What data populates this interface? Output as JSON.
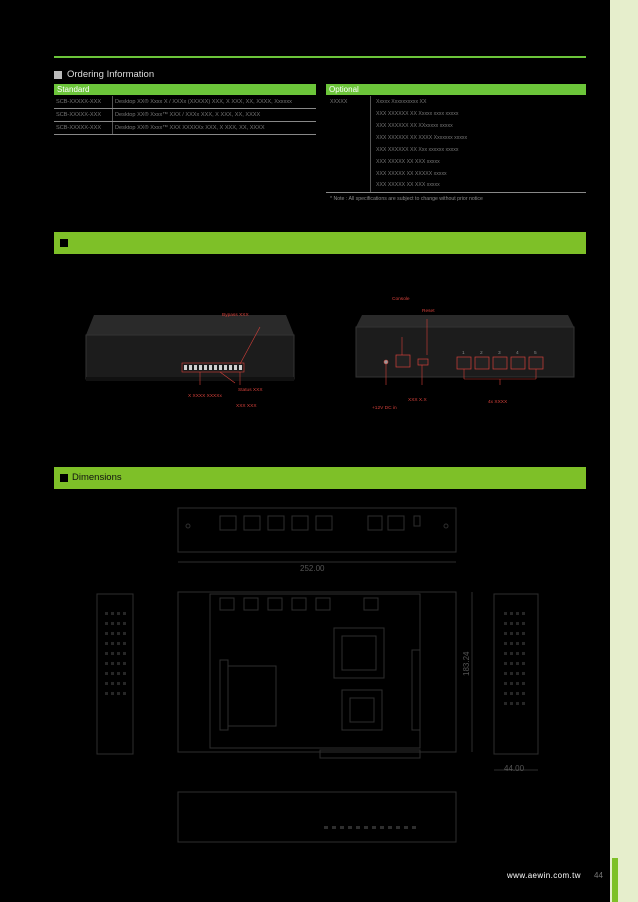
{
  "ordering": {
    "title": "Ordering Information",
    "standard_label": "Standard",
    "optional_label": "Optional",
    "standard_rows": [
      [
        "SCB-XXXXX-XXX",
        "Desktop XX® Xxxx X / XXXx (XXXXX) XXX, X XXX, XX, XXXX, Xxxxxx"
      ],
      [
        "SCB-XXXXX-XXX",
        "Desktop XX® Xxxx™ XXX / XXXx XXX, X XXX, XX, XXXX"
      ],
      [
        "SCB-XXXXX-XXX",
        "Desktop XX® Xxxx™ XXX XXXXXx XXX, X XXX, XX, XXXX"
      ]
    ],
    "optional_code": "XXXXX",
    "optional_rows": [
      "Xxxxx Xxxxxxxxxx XX",
      "XXX XXXXXX XX Xxxxx xxxx xxxxx",
      "XXX XXXXXX XX XXxxxxx xxxxx",
      "XXX XXXXXX XX XXXX Xxxxxxx xxxxx",
      "XXX XXXXXX XX Xxx xxxxxx xxxxx",
      "XXX XXXXX XX XXX xxxxx",
      "XXX XXXXX XX XXXXX xxxxx",
      "XXX XXXXX XX XXX xxxxx"
    ],
    "note": "* Note : All specifications are subject to change without prior notice"
  },
  "photos": {
    "band_title": "",
    "callouts": {
      "bypass": "Bypass XXX",
      "console": "Console",
      "reset": "Reset",
      "gbe_leds": "X XXXX XXXXx",
      "status_led": "Status XXX",
      "led": "XXX XXX",
      "usb": "XXX X.X",
      "power": "+12V DC in",
      "lan": "4x XXXX"
    },
    "port_numbers": [
      "1",
      "2",
      "3",
      "4",
      "5"
    ]
  },
  "dimensions": {
    "title": "Dimensions",
    "width_value": "252.00",
    "depth_value": "183.24",
    "height_value": "44.00"
  },
  "footer": {
    "url": "www.aewin.com.tw",
    "page": "44"
  },
  "colors": {
    "accent_green": "#6cc53a",
    "callout_red": "#d4403a",
    "side_bar": "#e6eecc"
  }
}
